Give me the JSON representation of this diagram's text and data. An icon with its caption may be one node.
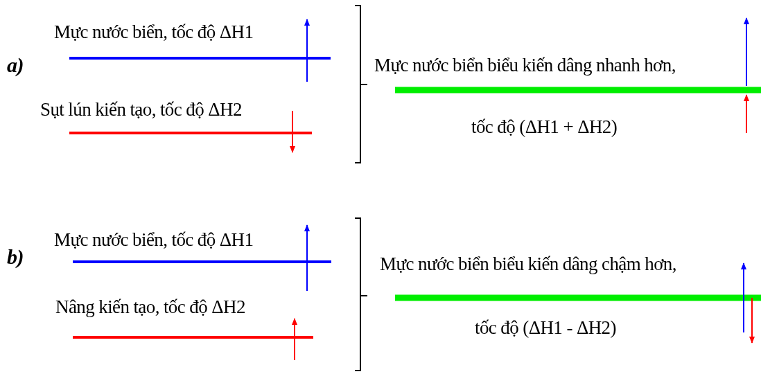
{
  "diagram": {
    "labels": [
      "a)",
      "Mực nước biển, tốc độ ΔH1",
      "Sụt lún kiến tạo, tốc độ ΔH2",
      "Mực nước biển biểu kiến dâng nhanh hơn,",
      "tốc độ (ΔH1 + ΔH2)",
      "b)",
      "Mực nước biển, tốc độ ΔH1",
      "Nâng kiến tạo, tốc độ ΔH2",
      "Mực nước biển biểu kiến dâng chậm hơn,",
      "tốc độ (ΔH1 - ΔH2)"
    ]
  }
}
